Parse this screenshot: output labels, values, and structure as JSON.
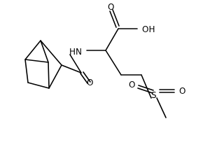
{
  "molecule": {
    "labels": {
      "oxygen_carbonyl": "O",
      "hydroxyl": "OH",
      "amide_nh": "HN",
      "amide_oxygen": "O",
      "sulfone_oxygen_top": "O",
      "sulfone_oxygen_right": "O",
      "sulfur": "S"
    }
  }
}
